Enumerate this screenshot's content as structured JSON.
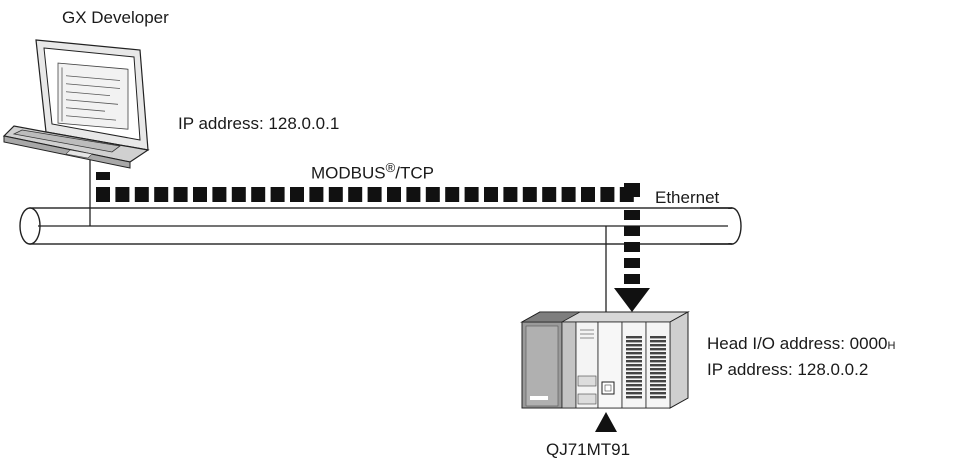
{
  "pc": {
    "title": "GX Developer",
    "ip_label": "IP address: 128.0.0.1",
    "icon": "laptop-icon"
  },
  "network": {
    "protocol_label": "MODBUS",
    "protocol_mark": "®",
    "protocol_suffix": "/TCP",
    "cable_label": "Ethernet"
  },
  "plc": {
    "head_io_label": "Head I/O address: 0000",
    "head_io_suffix": "H",
    "ip_label": "IP address: 128.0.0.2",
    "module_label": "QJ71MT91",
    "icon": "plc-rack-icon"
  }
}
